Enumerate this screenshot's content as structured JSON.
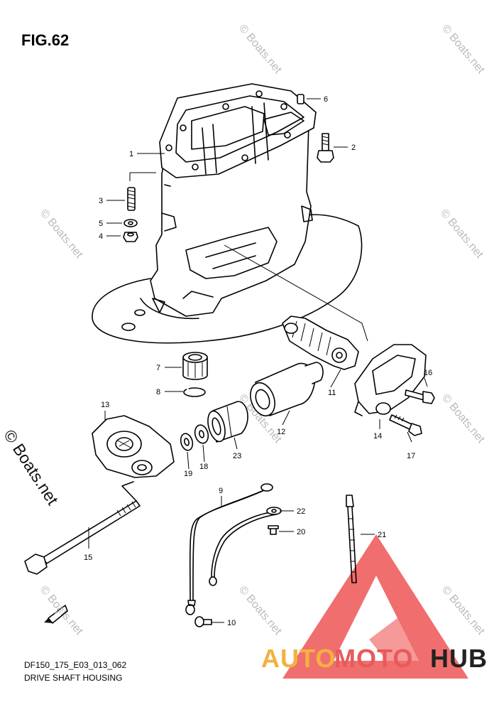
{
  "figure": {
    "title": "FIG.62",
    "code": "DF150_175_E03_013_062",
    "caption": "DRIVE SHAFT HOUSING"
  },
  "watermark": {
    "text": "© Boats.net",
    "side_text": "© Boats.net",
    "color": "#bbbbbb"
  },
  "logo": {
    "part1": "AUTO",
    "part2": "MOTO",
    "part3": "HUB",
    "colors": {
      "auto": "#f2b23f",
      "moto": "#e85a5a",
      "hub": "#222222",
      "triangle": "#ee5555"
    }
  },
  "badge": {
    "text": "FWD"
  },
  "callouts": [
    {
      "id": "1",
      "label": "1"
    },
    {
      "id": "2",
      "label": "2"
    },
    {
      "id": "3",
      "label": "3"
    },
    {
      "id": "4",
      "label": "4"
    },
    {
      "id": "5",
      "label": "5"
    },
    {
      "id": "6",
      "label": "6"
    },
    {
      "id": "7",
      "label": "7"
    },
    {
      "id": "8",
      "label": "8"
    },
    {
      "id": "9",
      "label": "9"
    },
    {
      "id": "10",
      "label": "10"
    },
    {
      "id": "11",
      "label": "11"
    },
    {
      "id": "12",
      "label": "12"
    },
    {
      "id": "13",
      "label": "13"
    },
    {
      "id": "14",
      "label": "14"
    },
    {
      "id": "15",
      "label": "15"
    },
    {
      "id": "16",
      "label": "16"
    },
    {
      "id": "17",
      "label": "17"
    },
    {
      "id": "18",
      "label": "18"
    },
    {
      "id": "19",
      "label": "19"
    },
    {
      "id": "20",
      "label": "20"
    },
    {
      "id": "21",
      "label": "21"
    },
    {
      "id": "22",
      "label": "22"
    },
    {
      "id": "23",
      "label": "23"
    }
  ]
}
